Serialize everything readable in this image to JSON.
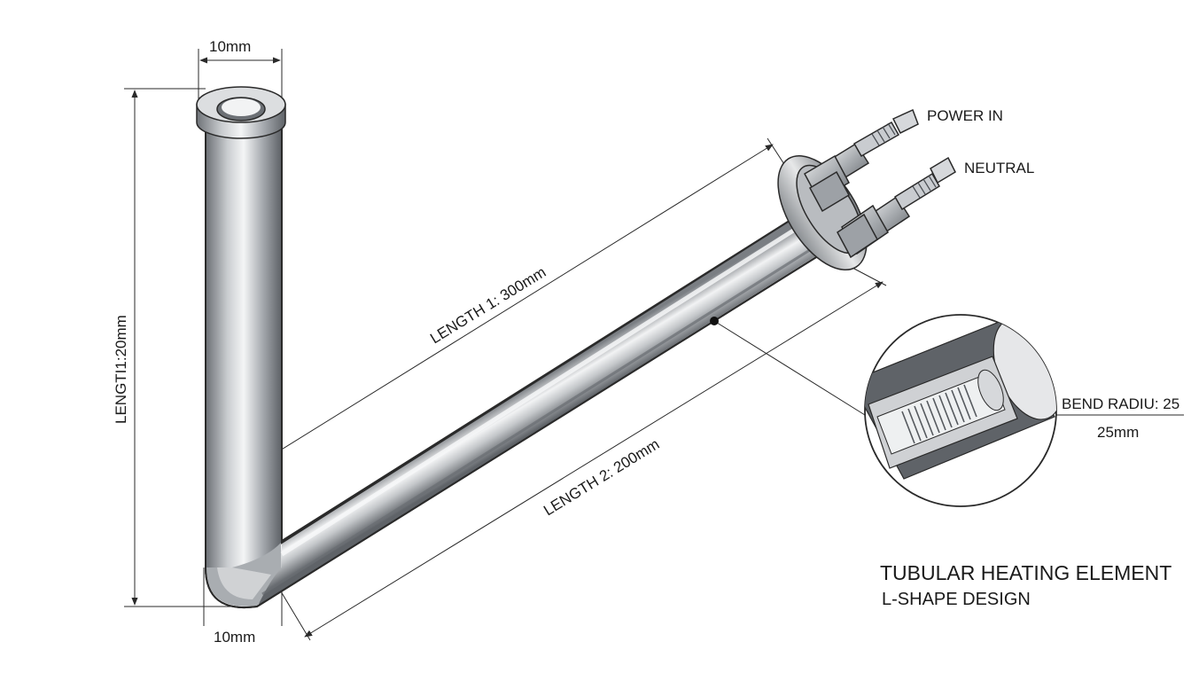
{
  "dimensions": {
    "top_width": "10mm",
    "bottom_width": "10mm",
    "vertical_length": "LENGTI1:20mm",
    "length_1": "LENGTH 1: 300mm",
    "length_2": "LENGTH 2: 200mm",
    "bend_radius": "BEND RADIU: 25",
    "bend_radius_value": "25mm"
  },
  "terminals": {
    "power_in": "POWER IN",
    "neutral": "NEUTRAL"
  },
  "title": {
    "main": "TUBULAR HEATING ELEMENT",
    "sub": "L-SHAPE DESIGN"
  },
  "colors": {
    "line": "#2a2a2a",
    "metal_dark": "#6f7378",
    "metal_light": "#f2f3f4"
  }
}
